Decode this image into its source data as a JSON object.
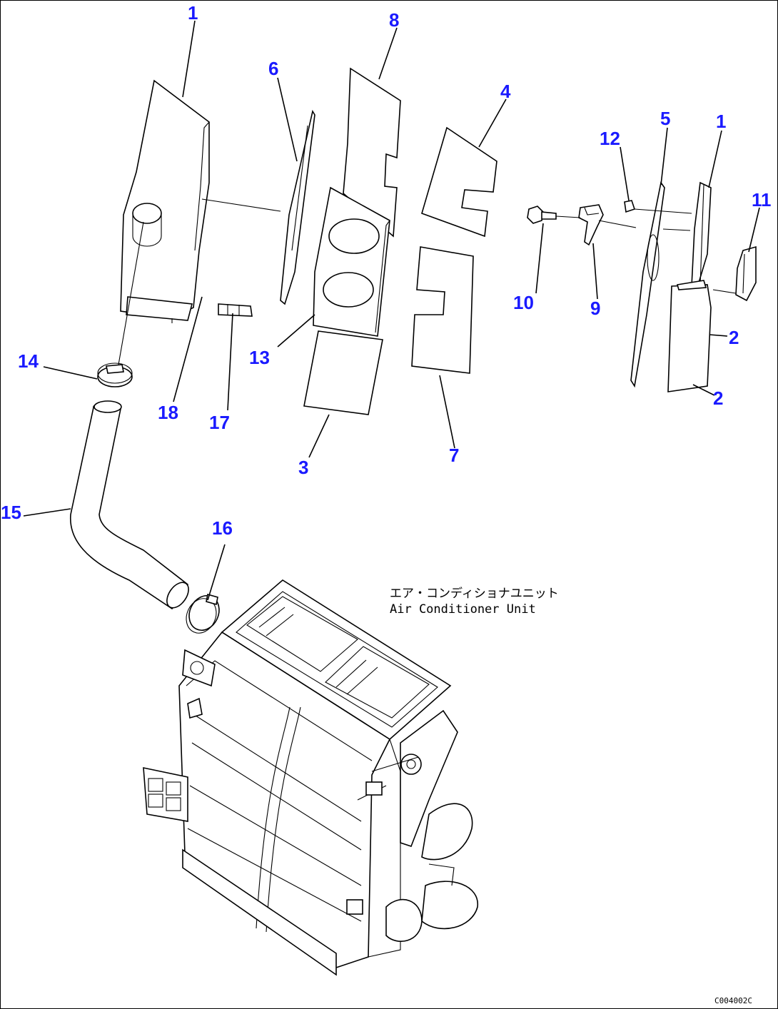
{
  "callouts": [
    "1",
    "6",
    "8",
    "4",
    "12",
    "5",
    "1",
    "11",
    "10",
    "9",
    "2",
    "2",
    "13",
    "14",
    "18",
    "17",
    "3",
    "7",
    "15",
    "16"
  ],
  "unit_label": {
    "jp": "エア・コンディショナユニット",
    "en": "Air Conditioner Unit"
  },
  "drawing_code": "C004002C",
  "colors": {
    "callout": "#1a1aff",
    "line": "#000000"
  }
}
